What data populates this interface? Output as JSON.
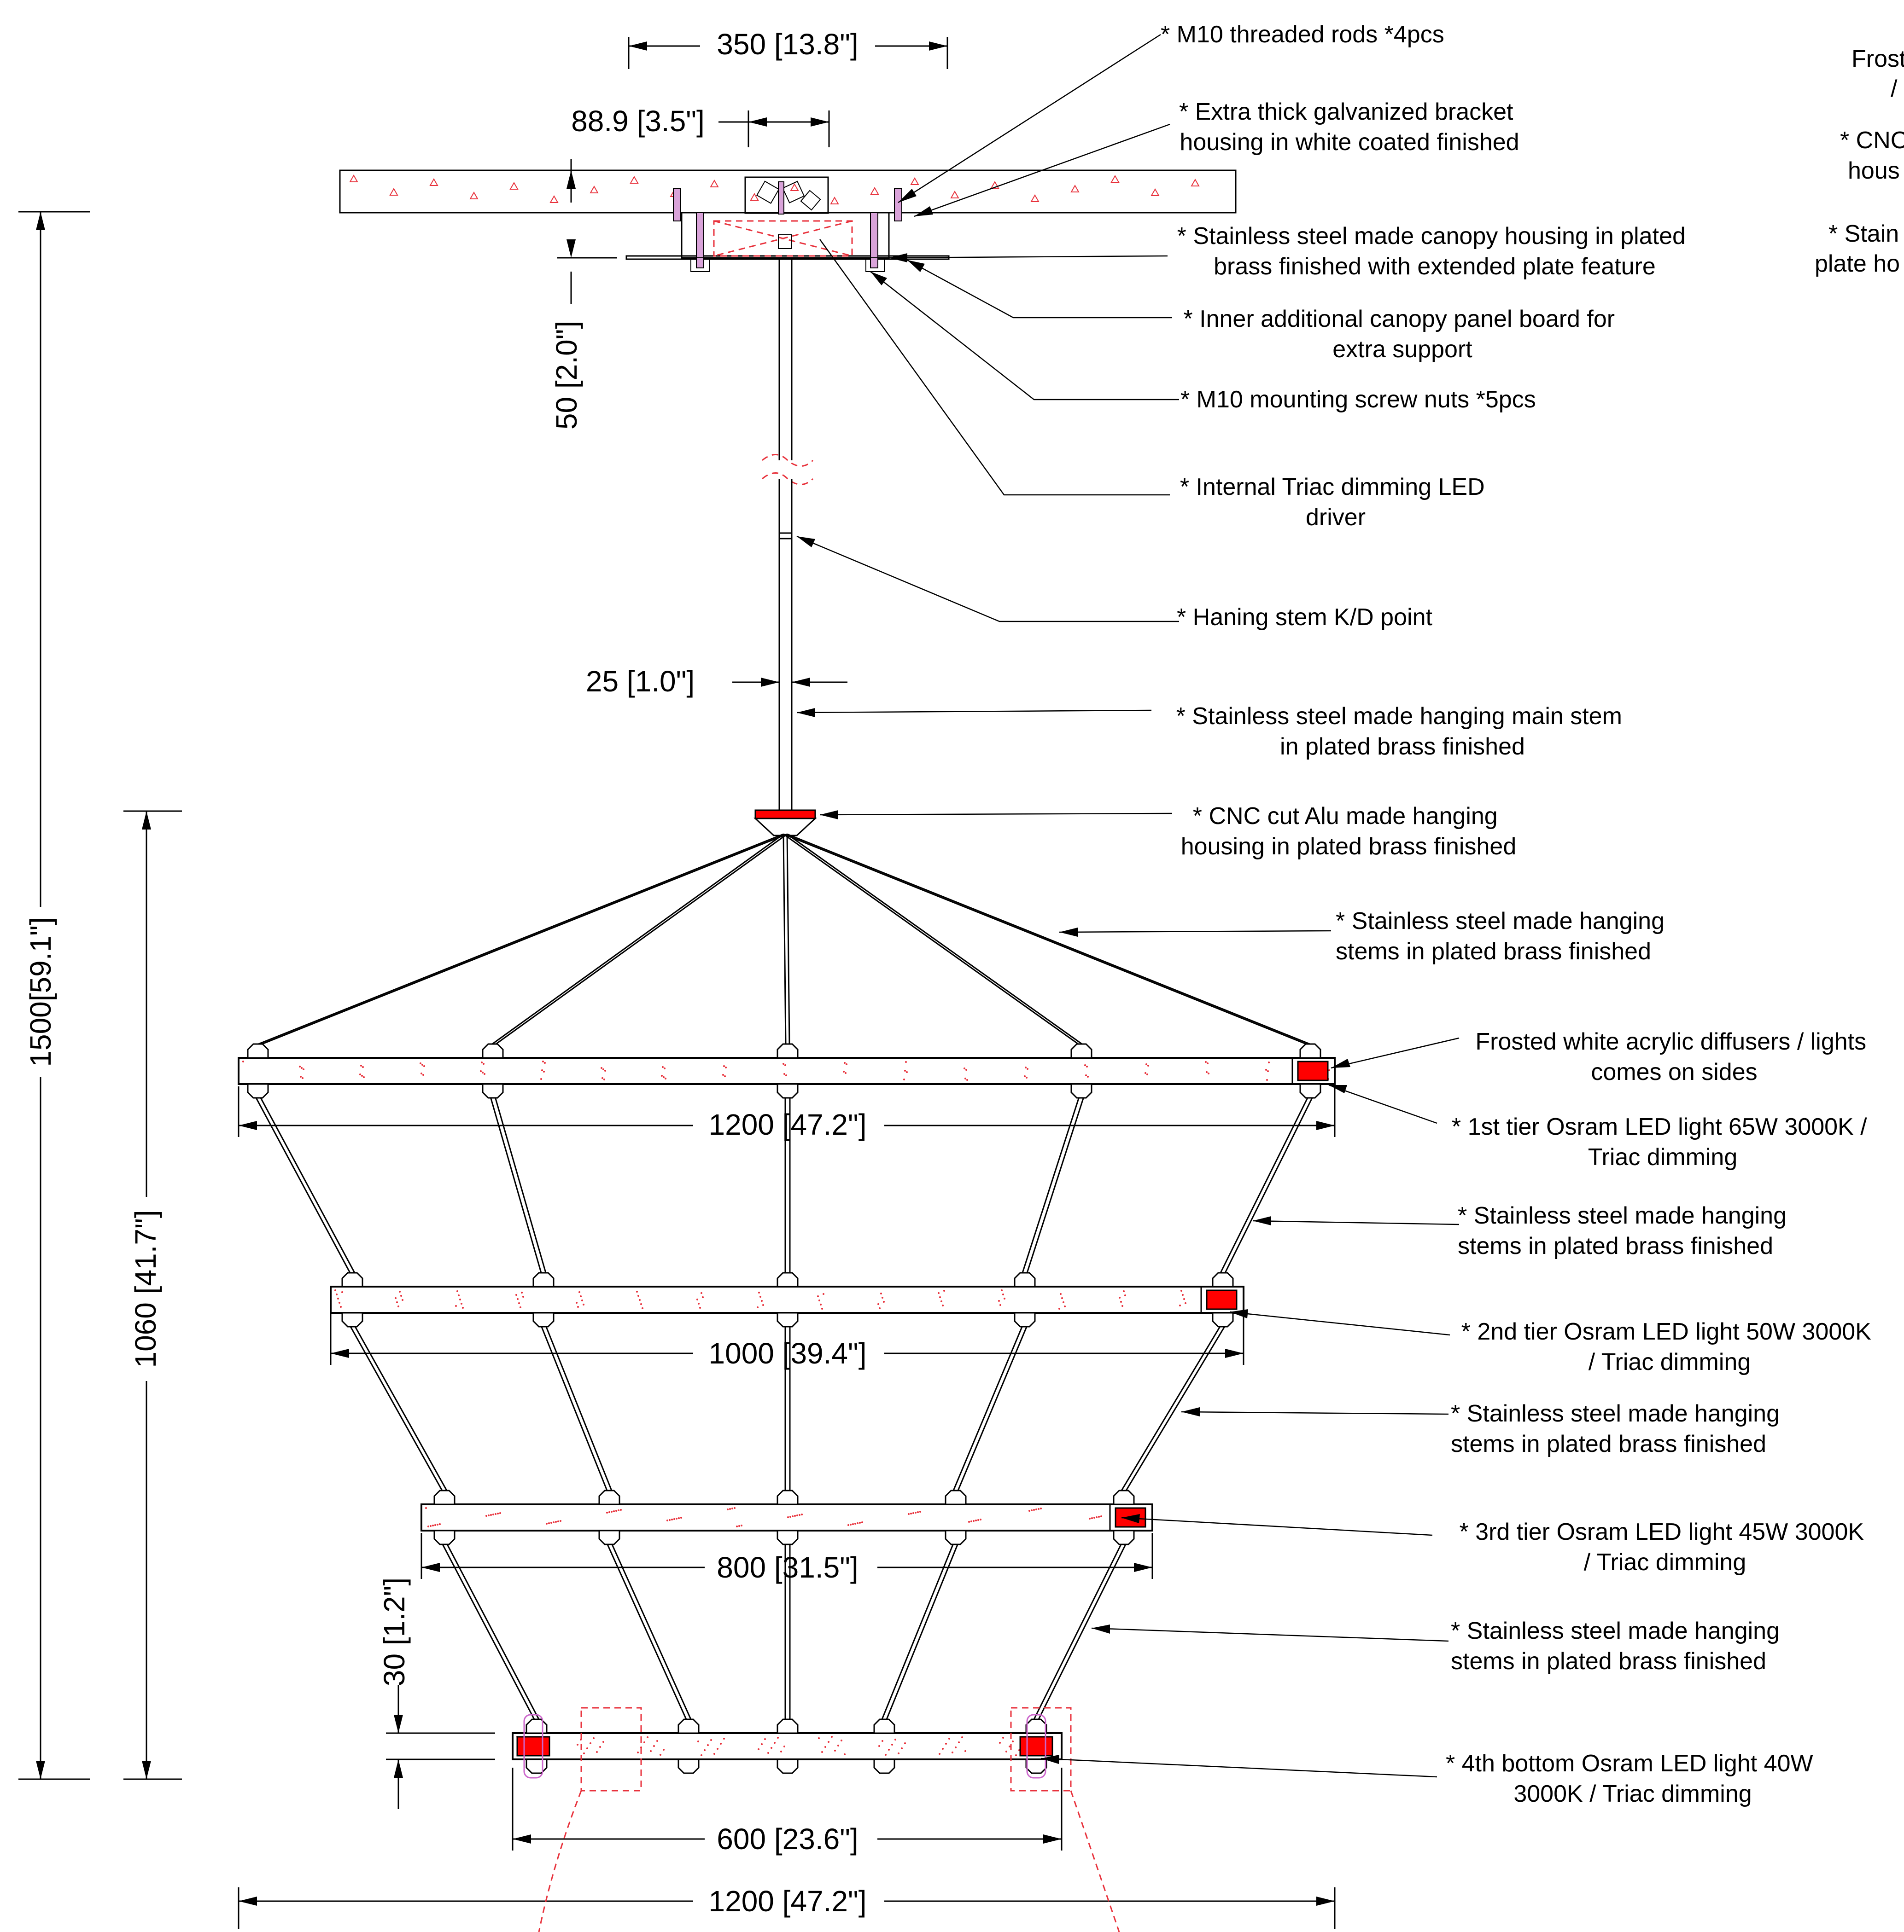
{
  "dimensions": {
    "canopy_width": "350 [13.8\"]",
    "bracket_width": "88.9 [3.5\"]",
    "canopy_height": "50 [2.0\"]",
    "stem_diameter": "25 [1.0\"]",
    "overall_height": "1500[59.1\"]",
    "fixture_height": "1060 [41.7\"]",
    "tier1_width": "1200 [47.2\"]",
    "tier2_width": "1000 [39.4\"]",
    "tier3_width": "800 [31.5\"]",
    "tier_thickness": "30 [1.2\"]",
    "tier4_width": "600 [23.6\"]",
    "overall_width": "1200 [47.2\"]"
  },
  "callouts": {
    "threaded_rods": [
      "* M10 threaded rods *4pcs"
    ],
    "bracket_housing": [
      "* Extra thick galvanized bracket",
      "housing in white coated finished"
    ],
    "canopy_housing": [
      "* Stainless steel made canopy housing in plated",
      "brass finished with extended plate feature"
    ],
    "canopy_panel": [
      "* Inner additional canopy panel board for",
      "extra support"
    ],
    "mounting_nuts": [
      "* M10 mounting screw nuts *5pcs"
    ],
    "led_driver": [
      "*  Internal Triac dimming LED",
      "driver"
    ],
    "kd_point": [
      "*  Haning stem K/D point"
    ],
    "main_stem": [
      "* Stainless steel made hanging main stem",
      "in plated brass finished"
    ],
    "cnc_housing": [
      "* CNC cut Alu made hanging",
      "housing in plated brass finished"
    ],
    "hanging_stems_top": [
      "* Stainless steel made hanging",
      "stems in plated brass finished"
    ],
    "diffusers": [
      "Frosted white acrylic diffusers / lights",
      "comes on sides"
    ],
    "tier1_led": [
      "* 1st tier Osram LED light 65W 3000K /",
      "Triac dimming"
    ],
    "hanging_stems_1": [
      "* Stainless steel made hanging",
      "stems in plated brass finished"
    ],
    "tier2_led": [
      "* 2nd tier Osram LED light 50W 3000K",
      "/ Triac dimming"
    ],
    "hanging_stems_2": [
      "* Stainless steel made hanging",
      "stems in plated brass finished"
    ],
    "tier3_led": [
      "* 3rd tier Osram LED light 45W 3000K",
      "/ Triac dimming"
    ],
    "hanging_stems_3": [
      "* Stainless steel made hanging",
      "stems in plated brass finished"
    ],
    "tier4_led": [
      "* 4th bottom Osram LED light 40W",
      "3000K / Triac dimming"
    ]
  },
  "right_edge_fragments": [
    "Frost",
    "/",
    "* CNC",
    "hous",
    "* Stain",
    "plate ho"
  ],
  "colors": {
    "accent_red": "#e8323c",
    "led_red": "#ff0000",
    "pink": "#cc66cc",
    "line": "#000000"
  }
}
